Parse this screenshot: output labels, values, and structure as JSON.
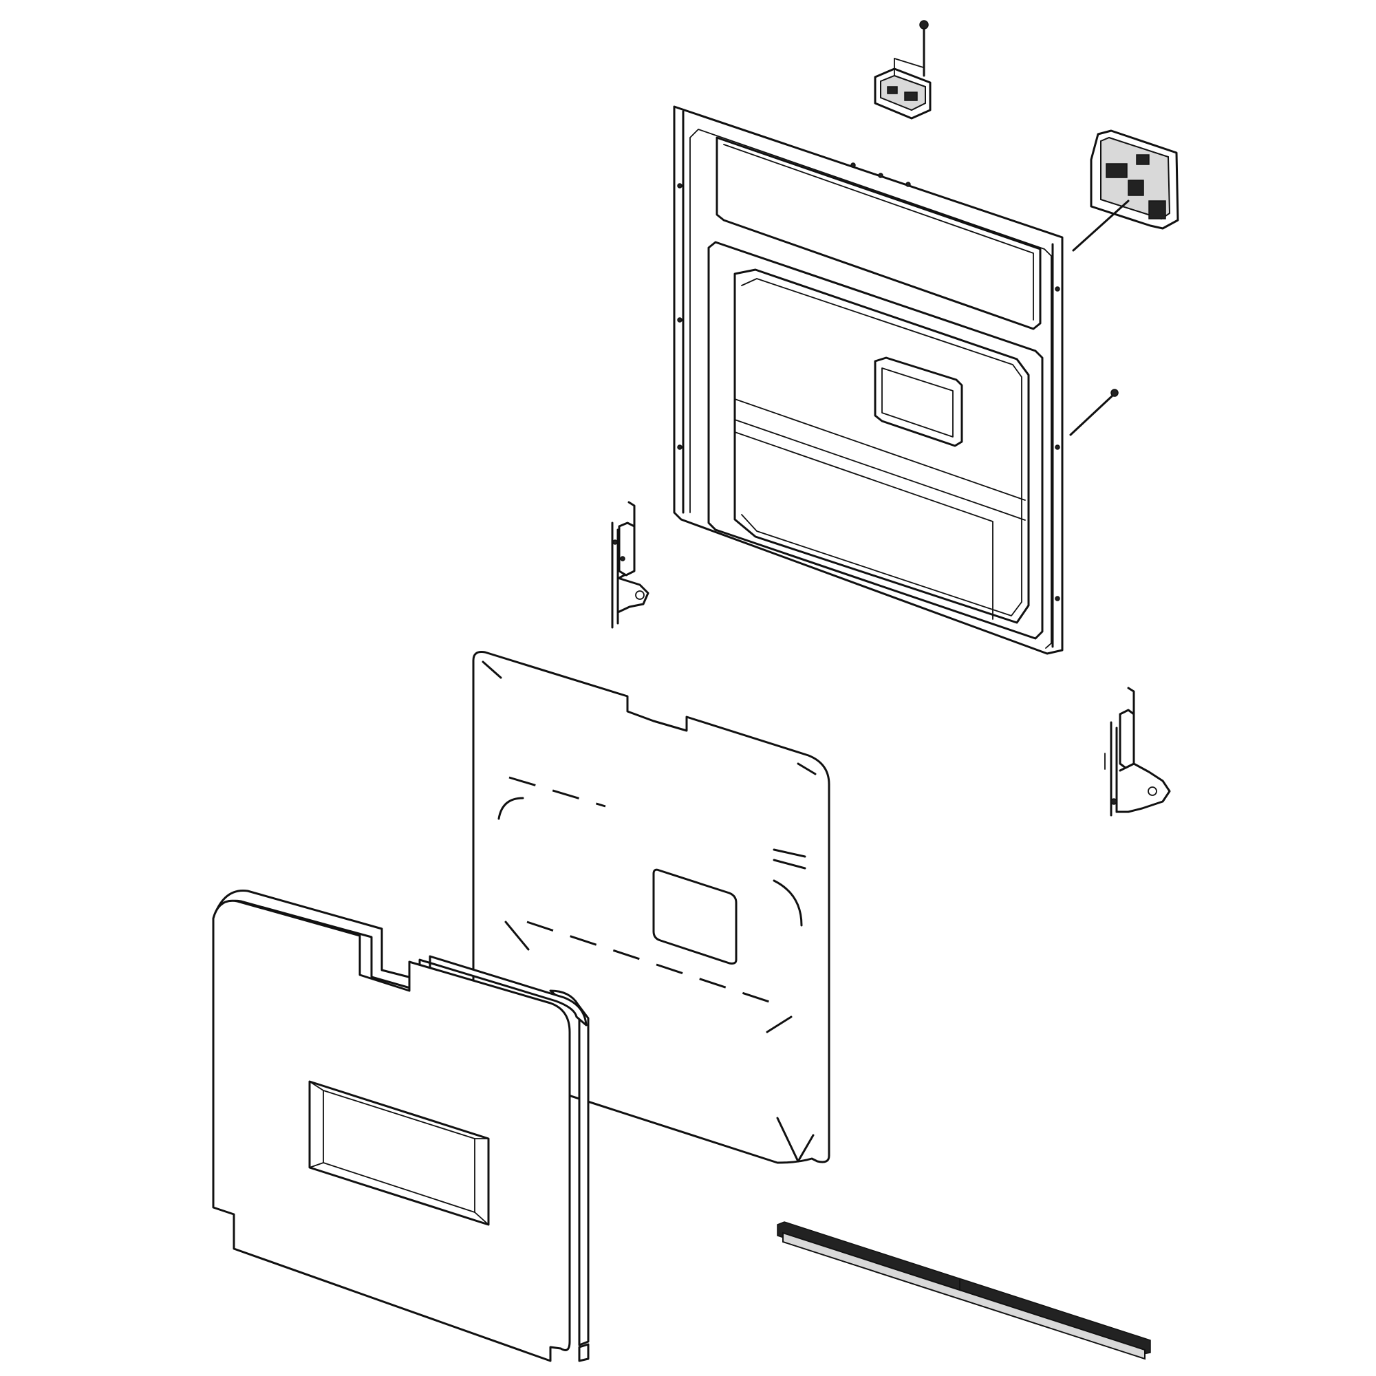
{
  "diagram": {
    "kind": "exploded-parts-view",
    "parts": [
      {
        "id": "door-latch-screw",
        "icon": "screw-icon"
      },
      {
        "id": "door-latch",
        "icon": "latch-icon"
      },
      {
        "id": "control-module",
        "icon": "module-icon"
      },
      {
        "id": "inner-door-panel",
        "icon": "panel-icon"
      },
      {
        "id": "mounting-screw",
        "icon": "screw-icon"
      },
      {
        "id": "left-door-hinge",
        "icon": "hinge-icon"
      },
      {
        "id": "right-door-hinge",
        "icon": "hinge-icon"
      },
      {
        "id": "door-insulation",
        "icon": "insulation-icon"
      },
      {
        "id": "outer-door-panel",
        "icon": "panel-icon"
      },
      {
        "id": "door-gasket-strip",
        "icon": "gasket-icon"
      }
    ]
  }
}
